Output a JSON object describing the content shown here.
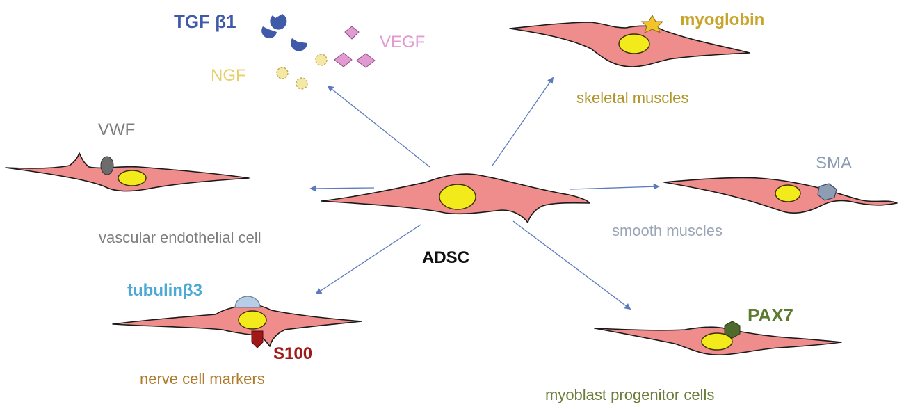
{
  "center": {
    "label": "ADSC"
  },
  "factors": {
    "tgf": "TGF β1",
    "vegf": "VEGF",
    "ngf": "NGF"
  },
  "branches": {
    "vascular": {
      "marker": "VWF",
      "caption": "vascular endothelial cell"
    },
    "skeletal": {
      "marker": "myoglobin",
      "caption": "skeletal muscles"
    },
    "smooth": {
      "marker": "SMA",
      "caption": "smooth muscles"
    },
    "nerve": {
      "marker_top": "tubulinβ3",
      "marker_bottom": "S100",
      "caption": "nerve cell markers"
    },
    "myoblast": {
      "marker": "PAX7",
      "caption": "myoblast progenitor cells"
    }
  },
  "colors": {
    "cell_fill": "#ef8c8c",
    "nucleus_fill": "#f2ea1a",
    "arrow": "#5a7bbd",
    "tgf": "#3f5aa8",
    "vegf": "#e39ad2",
    "ngf": "#e6cf6c",
    "vwf": "#7d7d7d",
    "myoglobin": "#c9a42a",
    "sma": "#8e9db4",
    "tubulin": "#4aa9d6",
    "s100": "#a01818",
    "nerve_caption": "#b07a2c",
    "pax7": "#5c7a30",
    "myoblast_caption": "#6b7d3a"
  }
}
